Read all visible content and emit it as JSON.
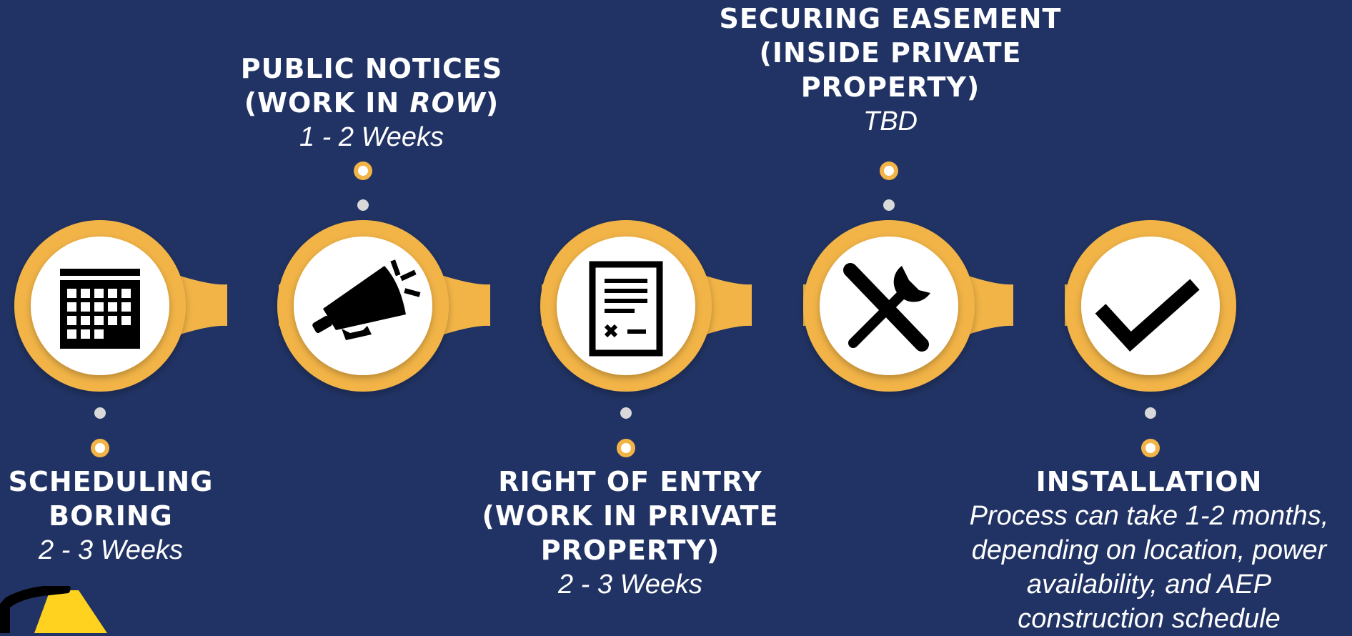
{
  "colors": {
    "background": "#213364",
    "accent": "#f2b446",
    "circle": "#ffffff",
    "icon": "#000000",
    "small_dot": "#d9d9d9"
  },
  "steps": [
    {
      "title_lines": [
        "SCHEDULING",
        "BORING"
      ],
      "duration": "2 - 3 Weeks",
      "icon": "calendar-icon"
    },
    {
      "title_line1": "PUBLIC NOTICES",
      "title_line2_pre": "(WORK IN ",
      "title_line2_em": "ROW",
      "title_line2_post": ")",
      "duration": "1 - 2 Weeks",
      "icon": "megaphone-icon"
    },
    {
      "title_lines": [
        "RIGHT OF ENTRY",
        "(WORK IN PRIVATE",
        "PROPERTY)"
      ],
      "duration": "2 - 3 Weeks",
      "icon": "document-icon"
    },
    {
      "title_lines": [
        "SECURING EASEMENT",
        "(INSIDE PRIVATE",
        "PROPERTY)"
      ],
      "duration": "TBD",
      "icon": "tools-icon"
    },
    {
      "title_lines": [
        "INSTALLATION"
      ],
      "duration_lines": [
        "Process can take 1-2 months,",
        "depending on location, power",
        "availability, and AEP",
        "construction schedule"
      ],
      "icon": "checkmark-icon"
    }
  ]
}
